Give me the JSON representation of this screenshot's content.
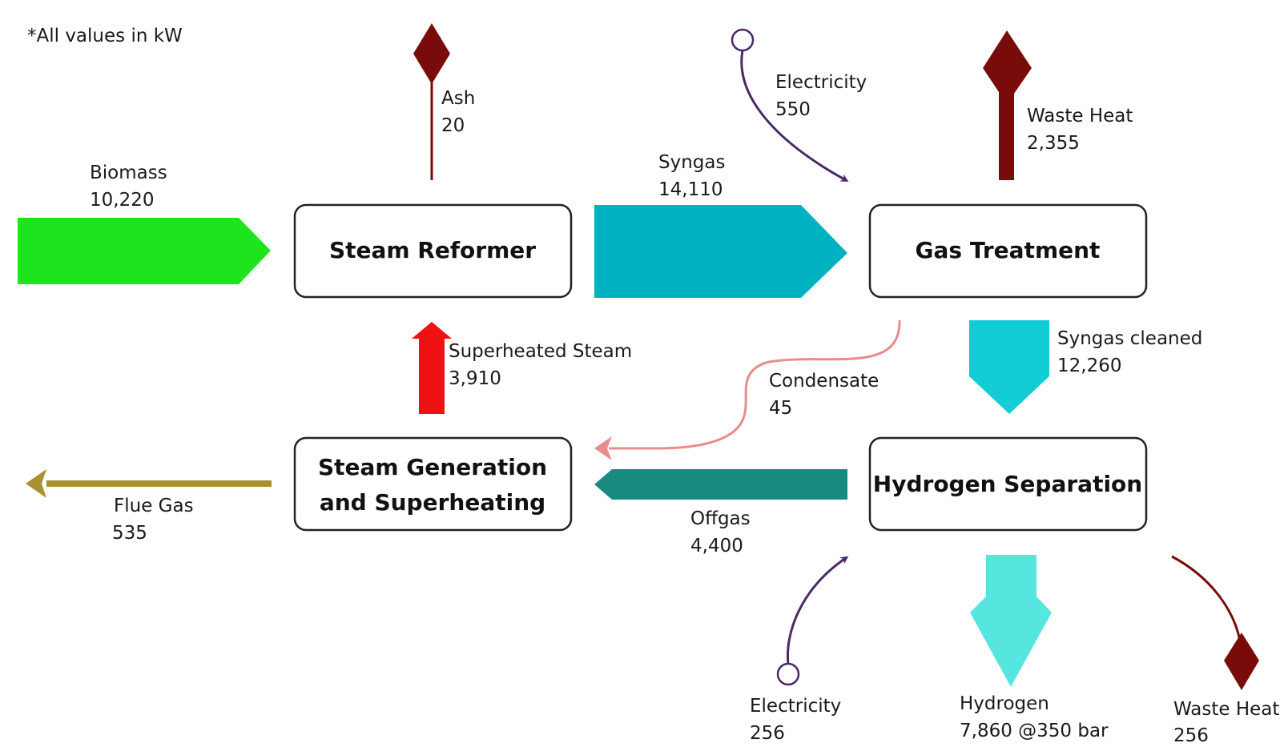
{
  "note": "*All values in kW",
  "colors": {
    "biomass": "#1ee41e",
    "syngas": "#00b1c2",
    "syngas_cleaned": "#12cdd6",
    "hydrogen": "#57e5e0",
    "offgas": "#198a80",
    "steam": "#f01212",
    "flue_gas": "#a9912f",
    "condensate": "#e88c8c",
    "electricity": "#4a2a66",
    "waste": "#7a0b0b"
  },
  "boxes": {
    "steam_reformer": "Steam Reformer",
    "gas_treatment": "Gas Treatment",
    "steam_generation_line1": "Steam Generation",
    "steam_generation_line2": "and Superheating",
    "hydrogen_separation": "Hydrogen Separation"
  },
  "flows": {
    "biomass": {
      "name": "Biomass",
      "value": "10,220"
    },
    "ash": {
      "name": "Ash",
      "value": "20"
    },
    "syngas": {
      "name": "Syngas",
      "value": "14,110"
    },
    "electricity_top": {
      "name": "Electricity",
      "value": "550"
    },
    "waste_heat_top": {
      "name": "Waste Heat",
      "value": "2,355"
    },
    "superheated_steam": {
      "name": "Superheated Steam",
      "value": "3,910"
    },
    "condensate": {
      "name": "Condensate",
      "value": "45"
    },
    "syngas_cleaned": {
      "name": "Syngas cleaned",
      "value": "12,260"
    },
    "flue_gas": {
      "name": "Flue Gas",
      "value": "535"
    },
    "offgas": {
      "name": "Offgas",
      "value": "4,400"
    },
    "electricity_bottom": {
      "name": "Electricity",
      "value": "256"
    },
    "hydrogen": {
      "name": "Hydrogen",
      "value": "7,860 @350 bar"
    },
    "waste_heat_bottom": {
      "name": "Waste Heat",
      "value": "256"
    }
  }
}
